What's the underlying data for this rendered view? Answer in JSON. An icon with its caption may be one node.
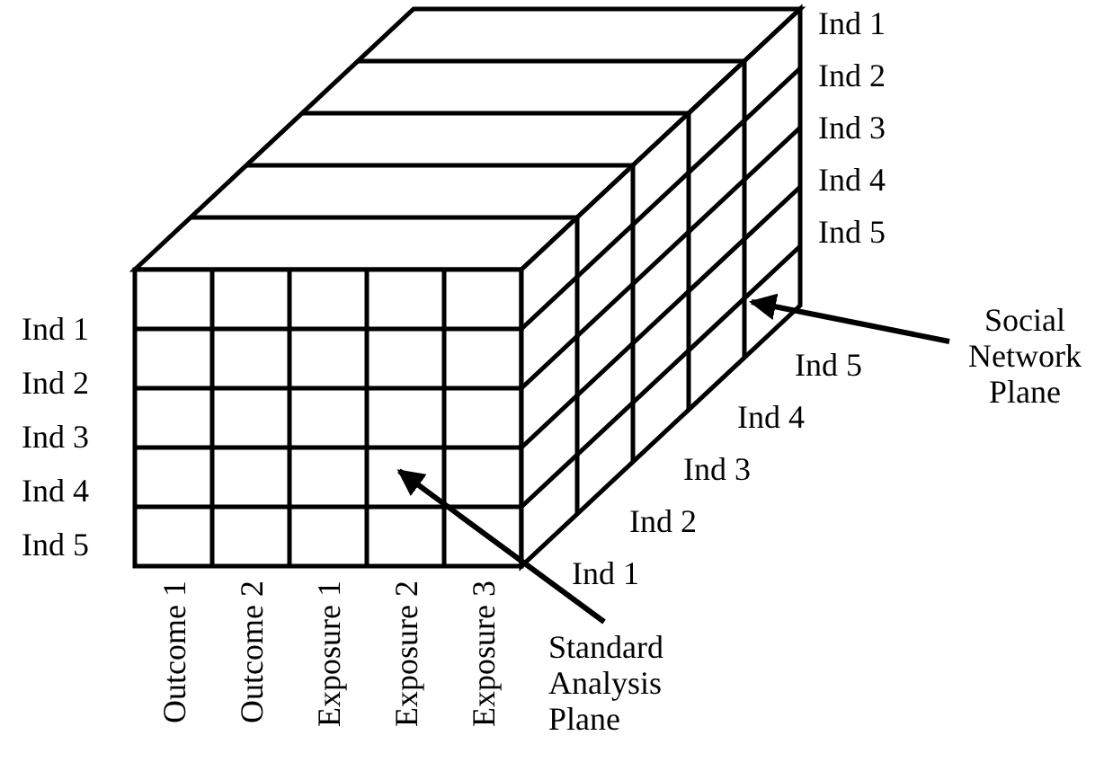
{
  "diagram": {
    "nodes": [
      {
        "text": [],
        "shape": "box"
      },
      {
        "text": [],
        "shape": "box"
      },
      {
        "text": [
          "Standard Analysis Plane"
        ]
      },
      {
        "text": [
          "Social Network Plane"
        ]
      }
    ],
    "edges": [
      {
        "from": 2,
        "to": 0,
        "arrow": "to"
      },
      {
        "from": 3,
        "to": 1,
        "arrow": "to"
      }
    ],
    "labels": [
      "Ind 1",
      "Ind 2",
      "Ind 3",
      "Ind 4",
      "Ind 5",
      "Ind 1",
      "Ind 2",
      "Ind 3",
      "Ind 4",
      "Ind 5",
      "Ind 5",
      "Ind 4",
      "Ind 3",
      "Ind 2",
      "Ind 1",
      "Outcome 1",
      "Outcome 2",
      "Exposure 1",
      "Exposure 2",
      "Exposure 3"
    ]
  }
}
